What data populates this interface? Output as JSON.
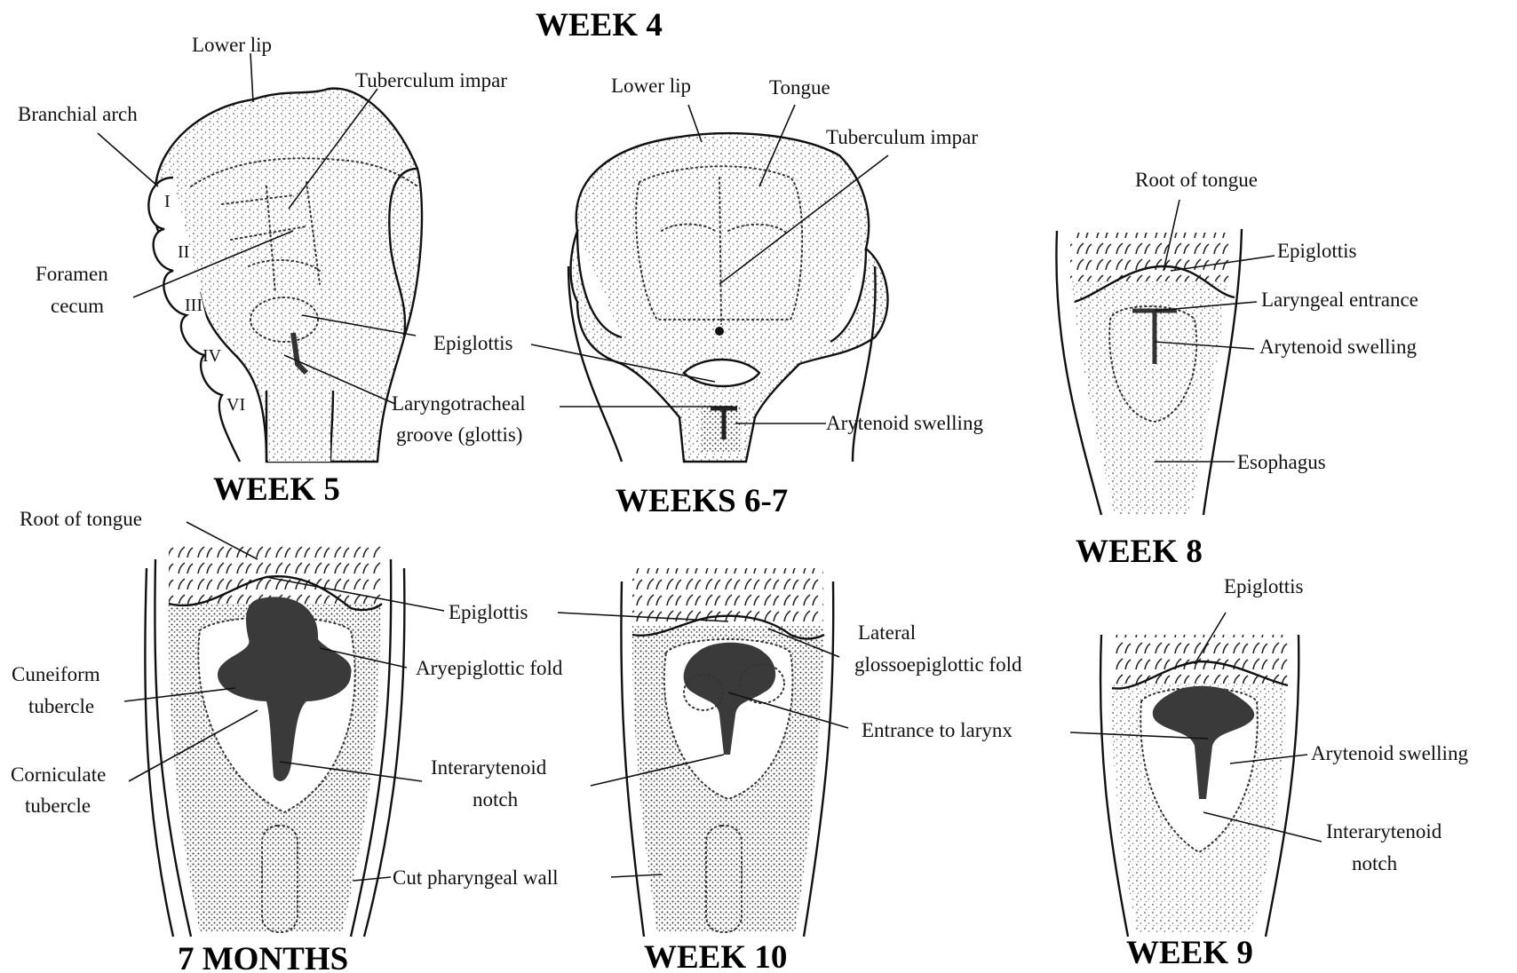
{
  "titles": {
    "week4": "WEEK 4",
    "week5": "WEEK 5",
    "weeks67": "WEEKS 6-7",
    "week8": "WEEK 8",
    "months7": "7 MONTHS",
    "week10": "WEEK 10",
    "week9": "WEEK 9"
  },
  "week5": {
    "lower_lip": "Lower lip",
    "branchial_arch": "Branchial arch",
    "tuberculum_impar": "Tuberculum impar",
    "foramen_cecum": [
      "Foramen",
      "cecum"
    ],
    "arches": [
      "I",
      "II",
      "III",
      "IV",
      "VI"
    ]
  },
  "weeks67": {
    "lower_lip": "Lower lip",
    "tongue": "Tongue",
    "tuberculum_impar": "Tuberculum impar",
    "arytenoid_swelling": "Arytenoid swelling"
  },
  "shared": {
    "epiglottis": "Epiglottis",
    "laryngotracheal_groove": [
      "Laryngotracheal",
      "groove (glottis)"
    ]
  },
  "week8": {
    "root_of_tongue": "Root of tongue",
    "epiglottis": "Epiglottis",
    "laryngeal_entrance": "Laryngeal entrance",
    "arytenoid_swelling": "Arytenoid swelling",
    "esophagus": "Esophagus"
  },
  "months7": {
    "root_of_tongue": "Root of tongue",
    "epiglottis": "Epiglottis",
    "cuneiform_tubercle": [
      "Cuneiform",
      "tubercle"
    ],
    "aryepiglottic_fold": "Aryepiglottic fold",
    "corniculate_tubercle": [
      "Corniculate",
      "tubercle"
    ],
    "interarytenoid_notch": [
      "Interarytenoid",
      "notch"
    ],
    "cut_pharyngeal_wall": "Cut pharyngeal wall"
  },
  "week10": {
    "lateral_glossoepiglottic_fold": [
      "Lateral",
      "glossoepiglottic fold"
    ],
    "entrance_to_larynx": "Entrance to larynx"
  },
  "week9": {
    "epiglottis": "Epiglottis",
    "arytenoid_swelling": "Arytenoid swelling",
    "interarytenoid_notch": [
      "Interarytenoid",
      "notch"
    ]
  }
}
